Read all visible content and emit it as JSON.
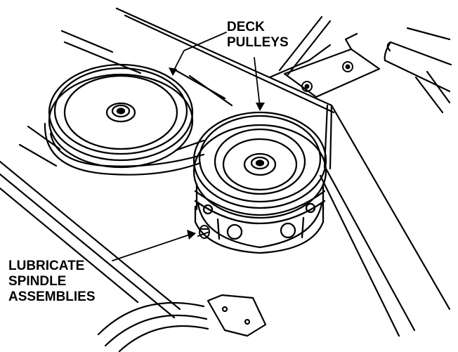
{
  "callouts": {
    "deck_pulleys": {
      "line1": "DECK",
      "line2": "PULLEYS"
    },
    "lubricate": {
      "line1": "LUBRICATE",
      "line2": "SPINDLE",
      "line3": "ASSEMBLIES"
    }
  },
  "colors": {
    "ink": "#000000",
    "paper": "#ffffff"
  }
}
